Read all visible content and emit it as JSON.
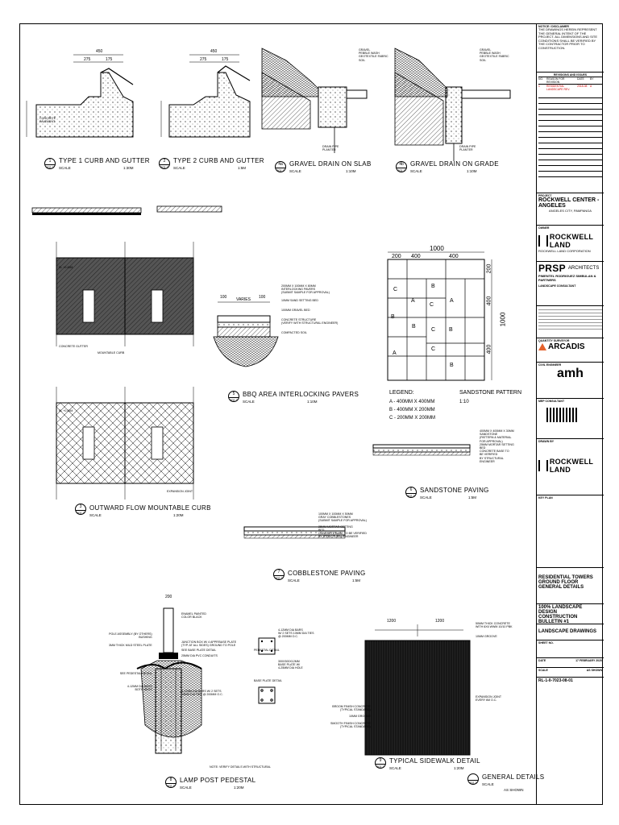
{
  "details": [
    {
      "num": "1",
      "ref": "302-2",
      "title": "TYPE 1 CURB AND GUTTER",
      "scale_label": "SCALE",
      "scale": "1:30M"
    },
    {
      "num": "2",
      "ref": "302-2",
      "title": "TYPE 2 CURB AND GUTTER",
      "scale_label": "SCALE",
      "scale": "1:5M"
    },
    {
      "num": "4a",
      "ref": "302-2",
      "title": "GRAVEL DRAIN ON SLAB",
      "scale_label": "SCALE",
      "scale": "1:10M"
    },
    {
      "num": "4b",
      "ref": "302-2",
      "title": "GRAVEL DRAIN ON GRADE",
      "scale_label": "SCALE",
      "scale": "1:10M"
    },
    {
      "num": "3",
      "ref": "302-2",
      "title": "OUTWARD FLOW MOUNTABLE CURB",
      "scale_label": "SCALE",
      "scale": "1:20M"
    },
    {
      "num": "5",
      "ref": "302-2",
      "title": "BBQ AREA INTERLOCKING PAVERS",
      "scale_label": "SCALE",
      "scale": "1:10M"
    },
    {
      "num": "6",
      "ref": "302-2",
      "title": "SANDSTONE PAVING",
      "scale_label": "SCALE",
      "scale": "1:5M"
    },
    {
      "num": "7",
      "ref": "302-2",
      "title": "COBBLESTONE PAVING",
      "scale_label": "SCALE",
      "scale": "1:5M"
    },
    {
      "num": "8",
      "ref": "302-2",
      "title": "LAMP POST PEDESTAL",
      "scale_label": "SCALE",
      "scale": "1:20M"
    },
    {
      "num": "9",
      "ref": "302-2",
      "title": "TYPICAL SIDEWALK DETAIL",
      "scale_label": "SCALE",
      "scale": "1:20M"
    },
    {
      "num": "",
      "ref": "302-2",
      "title": "GENERAL DETAILS",
      "scale_label": "SCALE",
      "scale": "AS SHOWN"
    }
  ],
  "dims": {
    "curb_total": "450",
    "curb_a": "275",
    "curb_b": "175",
    "curb2_total": "450",
    "curb2_a": "275",
    "curb2_b": "175",
    "pattern_total": "1000",
    "pattern_a": "200",
    "pattern_b": "400",
    "pattern_c": "400",
    "pattern_side": "1000",
    "pattern_s1": "200",
    "pattern_s2": "400",
    "pattern_s3": "400",
    "sidewalk_a": "1200",
    "sidewalk_b": "1200",
    "bbq_a": "100",
    "bbq_b": "VARIES",
    "bbq_c": "100",
    "lamp_top": "200"
  },
  "pattern_cells": [
    "C",
    "B",
    "A",
    "B",
    "C",
    "A",
    "B",
    "C",
    "B",
    "A",
    "C",
    "B"
  ],
  "legend": {
    "title": "LEGEND:",
    "items": [
      "A - 400MM X 400MM",
      "B - 400MM X 200MM",
      "C - 200MM X 200MM"
    ],
    "pattern_title": "SANDSTONE PATTERN",
    "pattern_scale": "1:10"
  },
  "notes": {
    "bbq": [
      "200MM X 100MM X 80MM",
      "INTERLOCKING PAVERS",
      "(SUBMIT SAMPLE FOR APPROVAL)",
      "10MM SAND SETTING BED",
      "100MM GRAVEL BED",
      "CONCRETE STRUCTURE",
      "(VERIFY WITH STRUCTURAL ENGINEER)",
      "COMPACTED SOIL"
    ],
    "sandstone": [
      "400MM X 400MM X 30MM",
      "SANDSTONE",
      "(PATTERN & MATERIAL",
      "FOR APPROVAL)",
      "25MM MORTAR SETTING",
      "BED",
      "CONCRETE BASE TO",
      "BE VERIFIED",
      "BY STRUCTURAL",
      "ENGINEER"
    ],
    "cobble": [
      "100MM X 100MM X 50MM",
      "GRAY COBBLESTONES",
      "(SUBMIT SAMPLE FOR APPROVAL)",
      "25MM MORTAR SETTING",
      "BED",
      "CONCRETE BASE TO BE VERIFIED",
      "BY STRUCTURAL ENGINEER"
    ],
    "lamp": [
      "POLE ASSEMBLY (BY OTHERS)",
      "BUSHING",
      "3MM THICK MILD STEEL PLATE",
      "JUNCTION BOX W/ 4 APPR'BASE PLATE",
      "(TYP. AT ALL SIDES) GROUND TO POLE",
      "SEE BASE PLATE DETAIL",
      "25MM DIA PVC CONDUITS",
      "SEE PEDESTAL DETAIL",
      "4-12MM DIA BARS",
      "BOTH WAYS",
      "4-12MM DIA BARS W/ 2 SETS",
      "10MM DIA TIES @ 200MM O.C.",
      "NOTE: VERIFY DETAILS WITH STRUCTURAL",
      "ENAMEL PAINTED",
      "COLOR BLACK"
    ],
    "pedestal": [
      "4-12MM DIA BARS",
      "W/ 2 SETS 10MM DIA TIES",
      "@ 200MM O.C.",
      "PEDESTAL DETAIL",
      "300X300X12MM",
      "BASE PLATE W/",
      "4-25MM DIA HOLE",
      "BASE PLATE DETAIL"
    ],
    "sidewalk": [
      "50MM THICK CONCRETE",
      "WITH 6X6 WWM 10/10 PBK",
      "10MM GROOVE",
      "BROOM FINISH CONCRETE",
      "(TYPICAL STANDARD)",
      "10MM GROOVE",
      "SMOOTH FINISH CONCRETE",
      "(TYPICAL STANDARD)",
      "EXPANSION JOINT",
      "EVERY 6M O.C."
    ],
    "curb_labels": [
      "CONCRETE",
      "PAVEMENT",
      "EL +0.45M",
      "CONCRETE GUTTER",
      "SOLID SLAB",
      "MOUNTABLE CURB",
      "FOR GRADE",
      "EXPANSION JOINT"
    ],
    "drain": [
      "GRAVEL",
      "PEBBLE WASH",
      "GEOTEXTILE FABRIC",
      "SOIL",
      "DRAIN PIPE",
      "PLANTER"
    ]
  },
  "titleblock": {
    "notice_title": "NOTICE / DISCLAIMER",
    "notice_text": "THE DRAWINGS HEREIN REPRESENT THE GENERAL INTENT OF THE PROJECT. ALL DIMENSIONS AND SITE CONDITIONS SHALL BE VERIFIED BY THE CONTRACTOR PRIOR TO CONSTRUCTION.",
    "revisions_label": "REVISIONS AND ISSUES",
    "rev_headers": [
      "NO.",
      "REASON FOR REVISION",
      "DATE",
      "BY"
    ],
    "rev_row": [
      "1",
      "RESIDENTIAL LANDSCAPE REV.",
      "2018-08",
      "A"
    ],
    "project_label": "PROJECT",
    "project_name": "ROCKWELL CENTER - ANGELES",
    "project_location": "ANGELES CITY, PAMPANGA",
    "owner_label": "OWNER",
    "owner_name": "ROCKWELL LAND",
    "owner_sub": "ROCKWELL LAND CORPORATION",
    "architect_name": "PRSP",
    "architect_sub": "ARCHITECTS",
    "architect_full": "PIMENTEL RODRIGUEZ SIMBULAN & PARTNERS",
    "consultant_label": "LANDSCAPE CONSULTANT",
    "qs_label": "QUANTITY SURVEYOR",
    "qs_name": "ARCADIS",
    "civil_label": "CIVIL ENGINEER",
    "civil_name": "amh",
    "mep_label": "MEP CONSULTANT",
    "drawn_label": "DRAWN BY",
    "drawn_name": "ROCKWELL LAND",
    "keyplan_label": "KEY PLAN",
    "sheet_desc": [
      "RESIDENTIAL TOWERS",
      "GROUND FLOOR",
      "GENERAL DETAILS"
    ],
    "bulletin": [
      "100% LANDSCAPE DESIGN",
      "CONSTRUCTION BULLETIN #1"
    ],
    "discipline": "LANDSCAPE DRAWINGS",
    "sheet_no_label": "SHEET NO.",
    "date_label": "DATE",
    "date_value": "17 FEBRUARY 2020",
    "scale_label": "SCALE",
    "scale_value": "AS SHOWN",
    "sheet_code": "RL-1-0-7023-08-01"
  }
}
